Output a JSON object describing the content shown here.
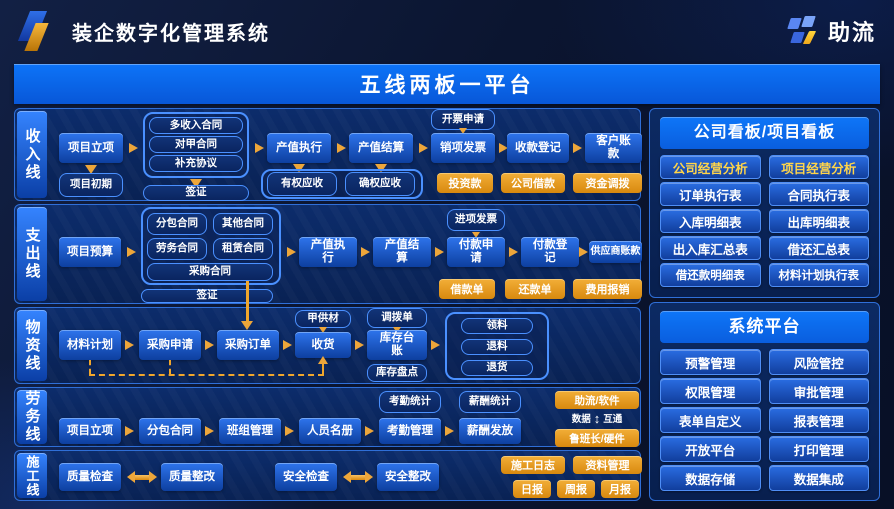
{
  "header": {
    "title": "装企数字化管理系统",
    "brand": "助流"
  },
  "banner": {
    "title": "五线两板一平台"
  },
  "flow": {
    "income": {
      "label": "收入线",
      "project_initiation": "项目立项",
      "project_early": "项目初期",
      "contracts": [
        "多收入合同",
        "对甲合同",
        "补充协议"
      ],
      "visa": "签证",
      "output_execution": "产值执行",
      "output_settlement": "产值结算",
      "receivable_right": "有权应收",
      "receivable_confirmed": "确权应收",
      "invoice_apply": "开票申请",
      "sales_invoice": "销项发票",
      "receipt_register": "收款登记",
      "customer_account": "客户账款",
      "tags": [
        "投资款",
        "公司借款",
        "资金调拨"
      ]
    },
    "expense": {
      "label": "支出线",
      "project_budget": "项目预算",
      "contracts": [
        "分包合同",
        "其他合同",
        "劳务合同",
        "租赁合同",
        "采购合同"
      ],
      "visa": "签证",
      "output_execution": "产值执行",
      "output_settlement": "产值结算",
      "input_invoice": "进项发票",
      "payment_apply": "付款申请",
      "payment_register": "付款登记",
      "supplier_account": "供应商账款",
      "tags": [
        "借款单",
        "还款单",
        "费用报销"
      ]
    },
    "material": {
      "label": "物资线",
      "material_plan": "材料计划",
      "purchase_apply": "采购申请",
      "purchase_order": "采购订单",
      "owner_supplied": "甲供材",
      "goods_receipt": "收货",
      "transfer_order": "调拨单",
      "inventory_ledger": "库存台账",
      "inventory_count": "库存盘点",
      "ops": [
        "领料",
        "退料",
        "退货"
      ]
    },
    "labor": {
      "label": "劳务线",
      "project_initiation": "项目立项",
      "subcontract": "分包合同",
      "team_management": "班组管理",
      "personnel_roster": "人员名册",
      "attendance_stats": "考勤统计",
      "attendance_management": "考勤管理",
      "salary_stats": "薪酬统计",
      "salary_payment": "薪酬发放",
      "software": "助流/软件",
      "hardware": "鲁班长/硬件",
      "data_word": "数据",
      "link_word": "互通"
    },
    "construction": {
      "label": "施工线",
      "quality_check": "质量检查",
      "quality_rectify": "质量整改",
      "safety_check": "安全检查",
      "safety_rectify": "安全整改",
      "tags_top": [
        "施工日志",
        "资料管理"
      ],
      "tags_bottom": [
        "日报",
        "周报",
        "月报"
      ]
    }
  },
  "boards": {
    "title": "公司看板/项目看板",
    "highlights": [
      "公司经营分析",
      "项目经营分析"
    ],
    "items": [
      "订单执行表",
      "合同执行表",
      "入库明细表",
      "出库明细表",
      "出入库汇总表",
      "借还汇总表",
      "借还款明细表",
      "材料计划执行表"
    ]
  },
  "platform": {
    "title": "系统平台",
    "items": [
      "预警管理",
      "风险管控",
      "权限管理",
      "审批管理",
      "表单自定义",
      "报表管理",
      "开放平台",
      "打印管理",
      "数据存储",
      "数据集成"
    ]
  },
  "colors": {
    "banner_blue": "#0d74f8",
    "node_blue": "#1c5fd6",
    "gold_arrow": "#eda63a",
    "orange_button": "#e9991f",
    "highlight_text": "#ffd54a"
  }
}
